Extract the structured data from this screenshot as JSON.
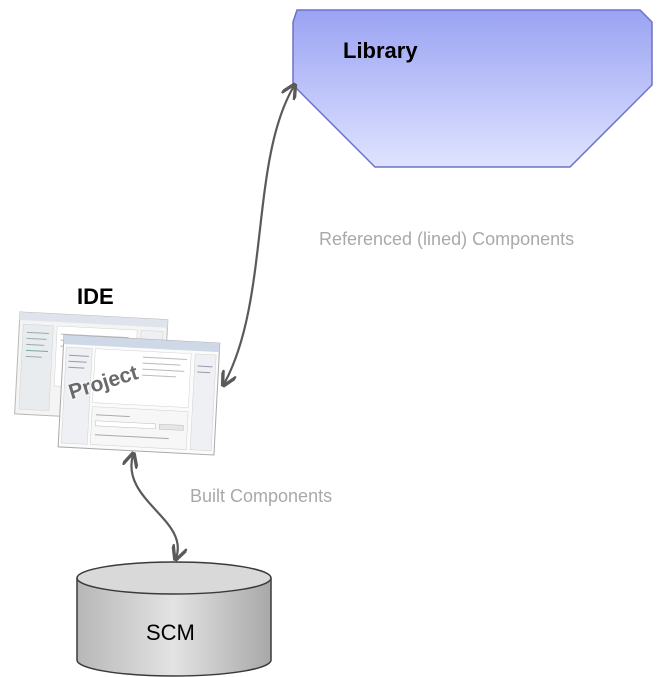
{
  "nodes": {
    "library": {
      "label": "Library",
      "fill": "#a9b3f5",
      "stroke": "#6b72c9"
    },
    "ide": {
      "label": "IDE",
      "screenshot_label": "Project"
    },
    "scm": {
      "label": "SCM",
      "fill": "#c8c8c8",
      "stroke": "#3a3a3a"
    }
  },
  "edges": {
    "library_ide": {
      "label": "Referenced (lined) Components",
      "direction": "bidirectional"
    },
    "ide_scm": {
      "label": "Built Components",
      "direction": "bidirectional"
    }
  },
  "colors": {
    "edge": "#5a5a5a",
    "edge_label": "#a9a9a9"
  }
}
